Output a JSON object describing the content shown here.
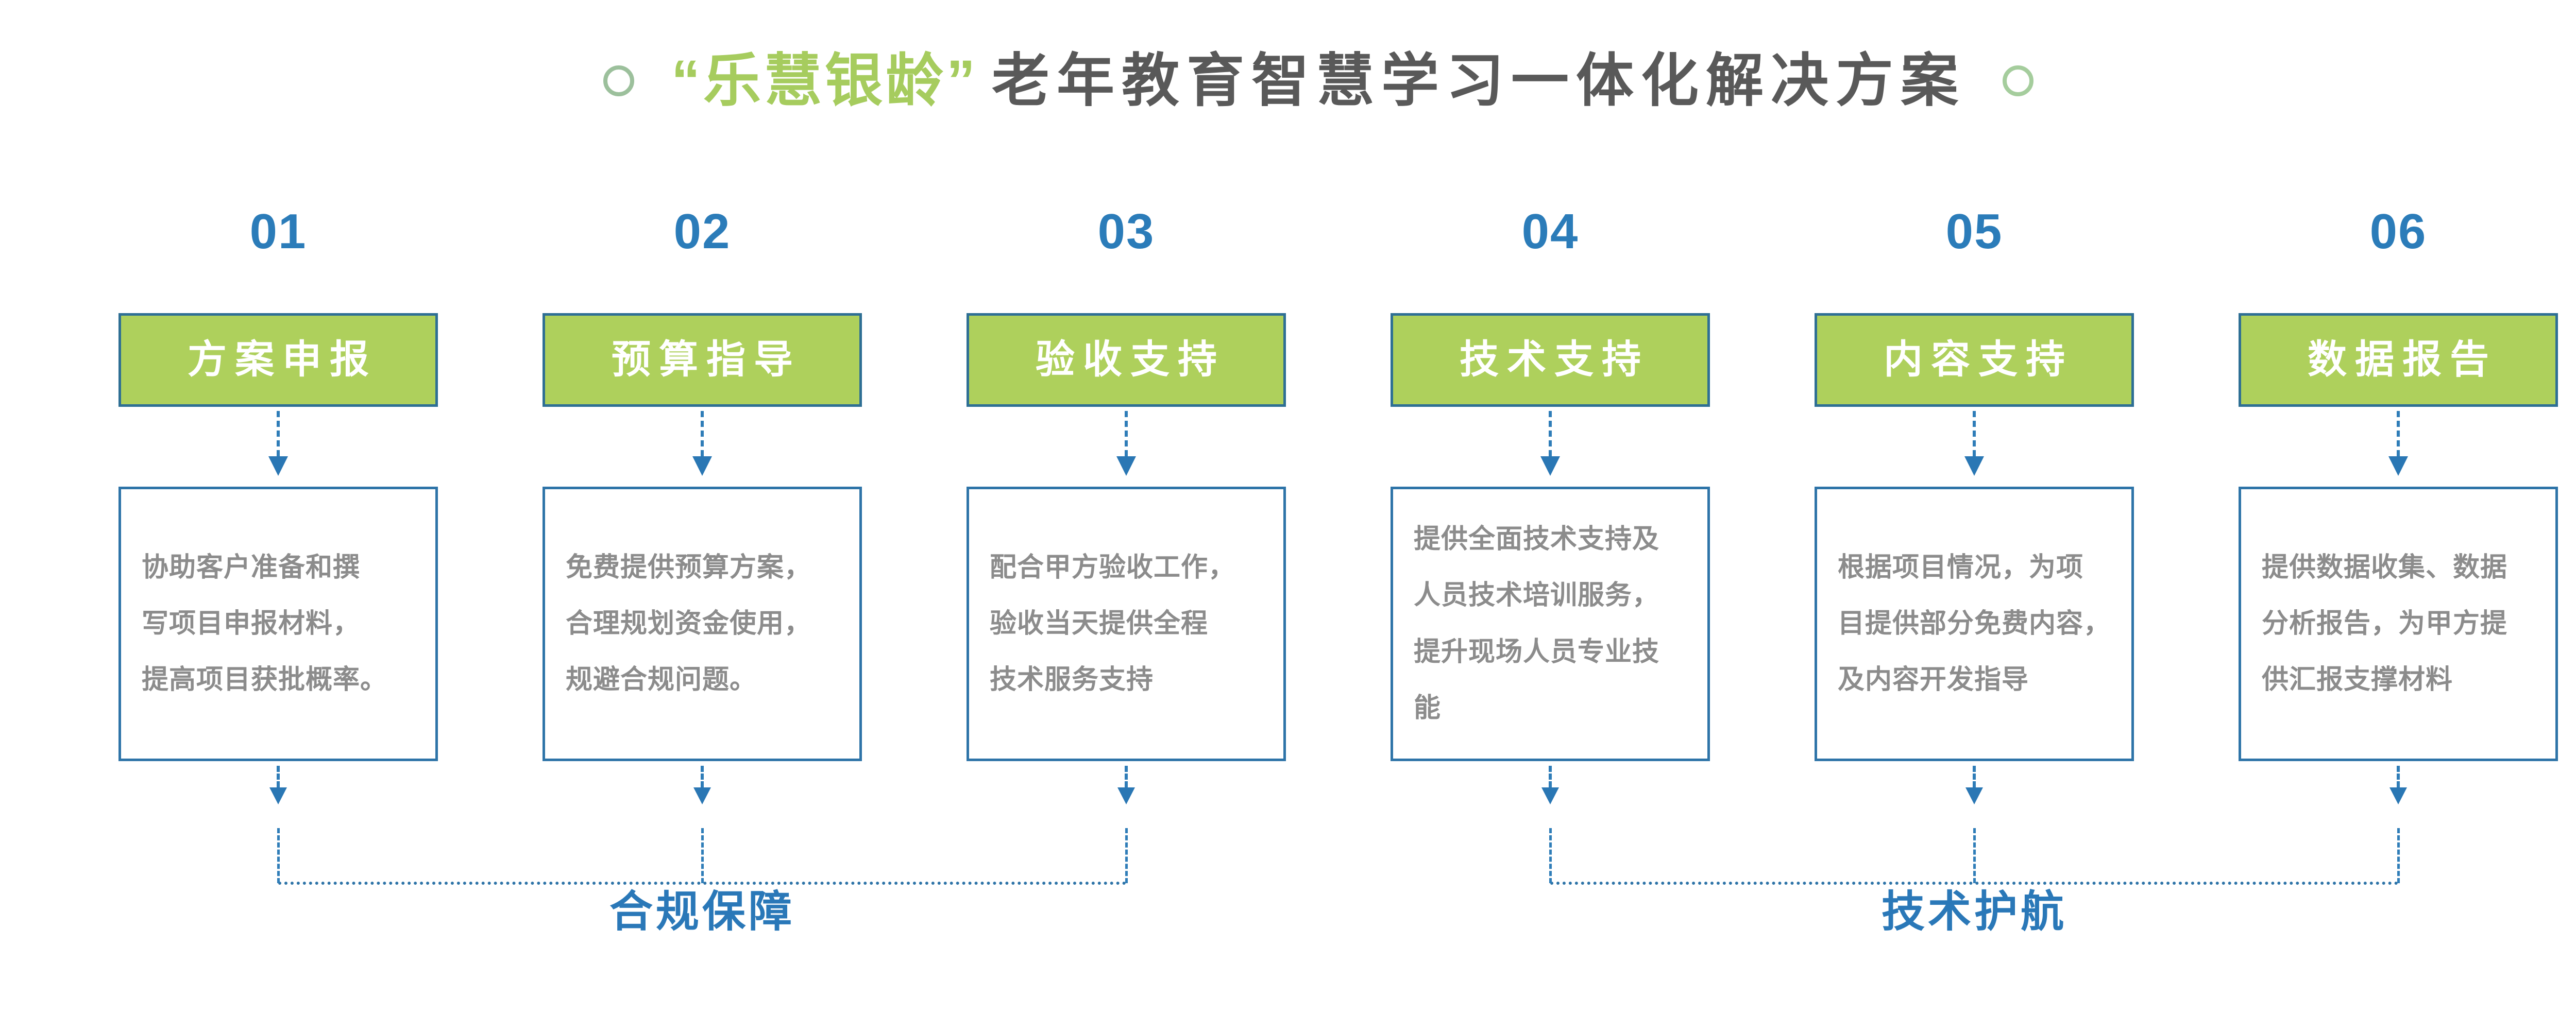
{
  "title": {
    "brand": "“乐慧银龄”",
    "rest": "老年教育智慧学习一体化解决方案"
  },
  "columns": [
    {
      "number": "01",
      "header": "方案申报",
      "description": "协助客户准备和撰\n写项目申报材料，\n提高项目获批概率。"
    },
    {
      "number": "02",
      "header": "预算指导",
      "description": "免费提供预算方案，\n合理规划资金使用，\n规避合规问题。"
    },
    {
      "number": "03",
      "header": "验收支持",
      "description": "配合甲方验收工作，\n验收当天提供全程\n技术服务支持"
    },
    {
      "number": "04",
      "header": "技术支持",
      "description": "提供全面技术支持及\n人员技术培训服务，\n提升现场人员专业技\n能"
    },
    {
      "number": "05",
      "header": "内容支持",
      "description": "根据项目情况，为项\n目提供部分免费内容，\n及内容开发指导"
    },
    {
      "number": "06",
      "header": "数据报告",
      "description": "提供数据收集、数据\n分析报告，为甲方提\n供汇报支撑材料"
    }
  ],
  "groups": [
    {
      "label": "合规保障"
    },
    {
      "label": "技术护航"
    }
  ],
  "colors": {
    "accent_blue": "#2b7cb9",
    "green_fill": "#aed05c",
    "green_border": "#2e6f94",
    "desc_border": "#2e74a8",
    "body_gray": "#8c8c8c",
    "title_gray": "#595959",
    "brand_green": "#a6cc5e",
    "circle_green": "#9cc09c"
  }
}
